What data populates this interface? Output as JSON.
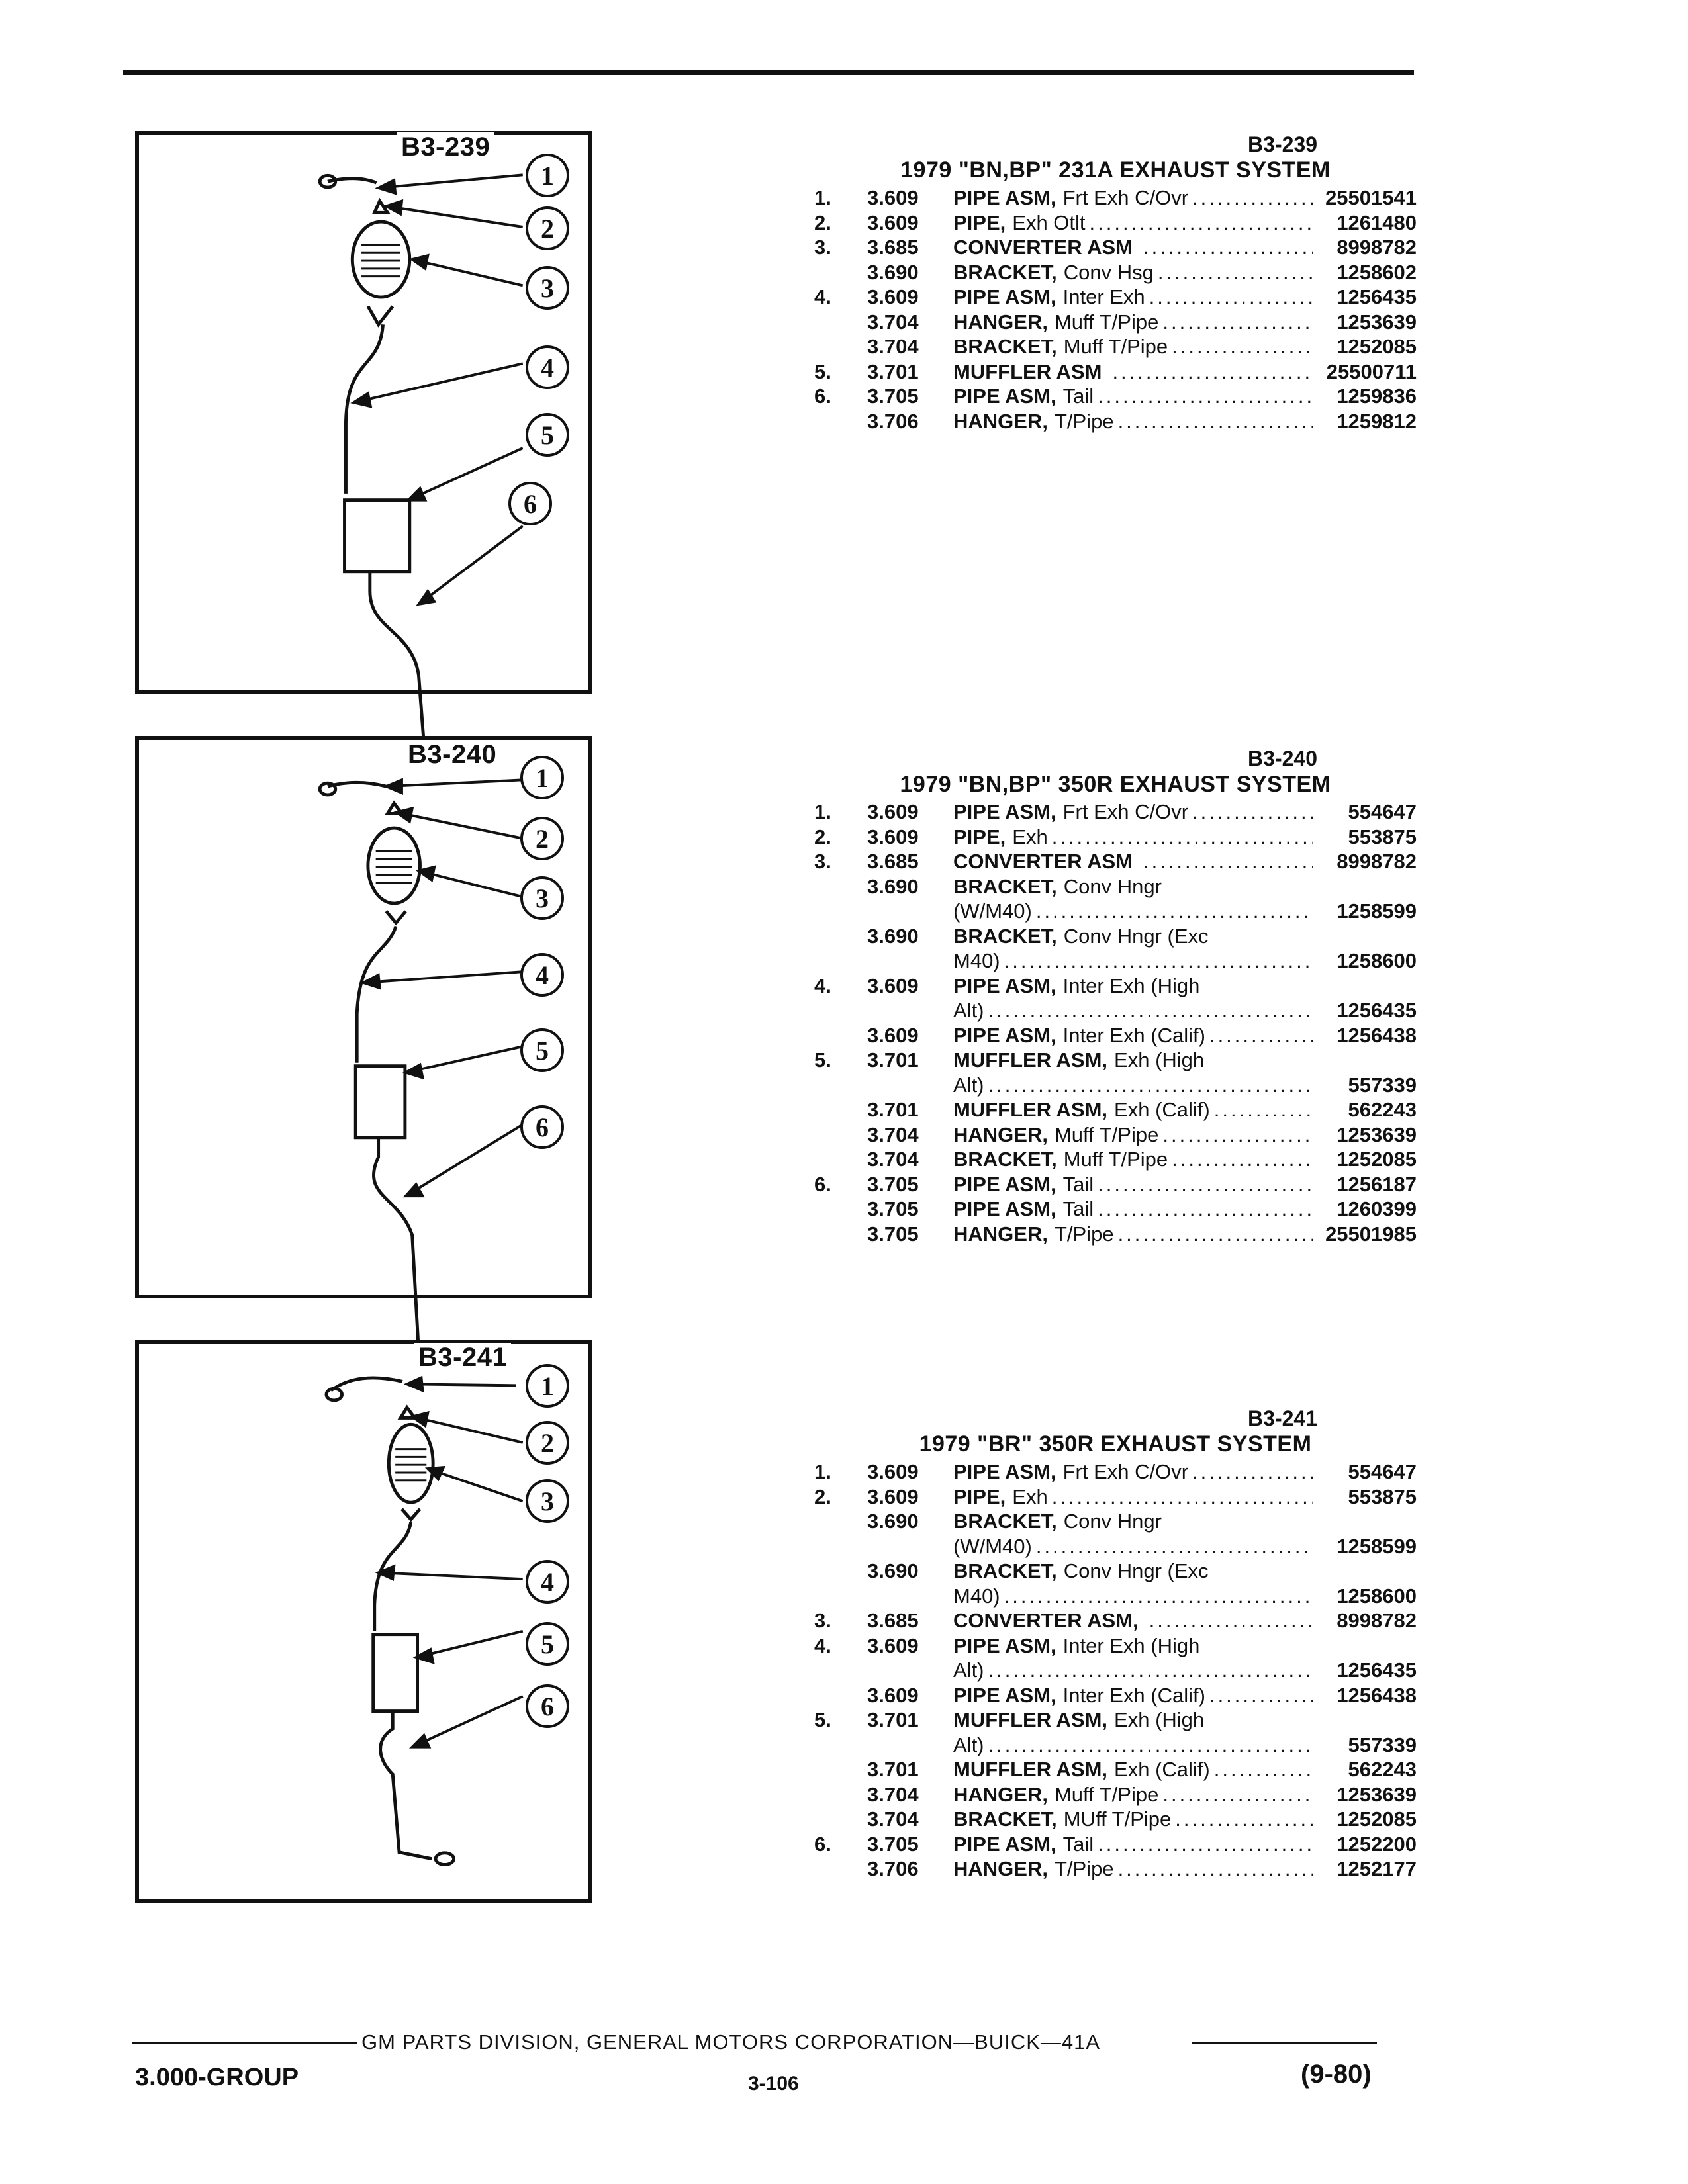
{
  "sections": [
    {
      "code": "B3-239",
      "title": "1979 \"BN,BP\" 231A EXHAUST SYSTEM",
      "callouts": [
        "1",
        "2",
        "3",
        "4",
        "5",
        "6"
      ],
      "rows": [
        {
          "item": "1.",
          "group": "3.609",
          "name": "PIPE ASM,",
          "desc": "Frt Exh C/Ovr",
          "num": "25501541"
        },
        {
          "item": "2.",
          "group": "3.609",
          "name": "PIPE,",
          "desc": "Exh Otlt",
          "num": "1261480"
        },
        {
          "item": "3.",
          "group": "3.685",
          "name": "CONVERTER ASM",
          "desc": "",
          "num": "8998782"
        },
        {
          "item": "",
          "group": "3.690",
          "name": "BRACKET,",
          "desc": "Conv Hsg",
          "num": "1258602"
        },
        {
          "item": "4.",
          "group": "3.609",
          "name": "PIPE ASM,",
          "desc": "Inter Exh",
          "num": "1256435"
        },
        {
          "item": "",
          "group": "3.704",
          "name": "HANGER,",
          "desc": "Muff T/Pipe",
          "num": "1253639"
        },
        {
          "item": "",
          "group": "3.704",
          "name": "BRACKET,",
          "desc": "Muff T/Pipe",
          "num": "1252085"
        },
        {
          "item": "5.",
          "group": "3.701",
          "name": "MUFFLER ASM",
          "desc": "",
          "num": "25500711"
        },
        {
          "item": "6.",
          "group": "3.705",
          "name": "PIPE ASM,",
          "desc": "Tail",
          "num": "1259836"
        },
        {
          "item": "",
          "group": "3.706",
          "name": "HANGER,",
          "desc": "T/Pipe",
          "num": "1259812"
        }
      ]
    },
    {
      "code": "B3-240",
      "title": "1979 \"BN,BP\" 350R EXHAUST SYSTEM",
      "callouts": [
        "1",
        "2",
        "3",
        "4",
        "5",
        "6"
      ],
      "rows": [
        {
          "item": "1.",
          "group": "3.609",
          "name": "PIPE ASM,",
          "desc": "Frt Exh C/Ovr",
          "num": "554647"
        },
        {
          "item": "2.",
          "group": "3.609",
          "name": "PIPE,",
          "desc": "Exh",
          "num": "553875"
        },
        {
          "item": "3.",
          "group": "3.685",
          "name": "CONVERTER ASM",
          "desc": "",
          "num": "8998782"
        },
        {
          "item": "",
          "group": "3.690",
          "name": "BRACKET,",
          "desc": "Conv Hngr",
          "num": "",
          "nodots": true
        },
        {
          "item": "",
          "group": "",
          "name": "",
          "desc": "(W/M40)",
          "num": "1258599"
        },
        {
          "item": "",
          "group": "3.690",
          "name": "BRACKET,",
          "desc": "Conv Hngr (Exc",
          "num": "",
          "nodots": true
        },
        {
          "item": "",
          "group": "",
          "name": "",
          "desc": "M40)",
          "num": "1258600"
        },
        {
          "item": "4.",
          "group": "3.609",
          "name": "PIPE ASM,",
          "desc": "Inter Exh (High",
          "num": "",
          "nodots": true
        },
        {
          "item": "",
          "group": "",
          "name": "",
          "desc": "Alt)",
          "num": "1256435"
        },
        {
          "item": "",
          "group": "3.609",
          "name": "PIPE ASM,",
          "desc": "Inter Exh (Calif)",
          "num": "1256438"
        },
        {
          "item": "5.",
          "group": "3.701",
          "name": "MUFFLER ASM,",
          "desc": "Exh (High",
          "num": "",
          "nodots": true
        },
        {
          "item": "",
          "group": "",
          "name": "",
          "desc": "Alt)",
          "num": "557339"
        },
        {
          "item": "",
          "group": "3.701",
          "name": "MUFFLER ASM,",
          "desc": "Exh (Calif)",
          "num": "562243"
        },
        {
          "item": "",
          "group": "3.704",
          "name": "HANGER,",
          "desc": "Muff T/Pipe",
          "num": "1253639"
        },
        {
          "item": "",
          "group": "3.704",
          "name": "BRACKET,",
          "desc": "Muff T/Pipe",
          "num": "1252085"
        },
        {
          "item": "6.",
          "group": "3.705",
          "name": "PIPE ASM,",
          "desc": "Tail",
          "num": "1256187"
        },
        {
          "item": "",
          "group": "3.705",
          "name": "PIPE ASM,",
          "desc": "Tail",
          "num": "1260399"
        },
        {
          "item": "",
          "group": "3.705",
          "name": "HANGER,",
          "desc": "T/Pipe",
          "num": "25501985"
        }
      ]
    },
    {
      "code": "B3-241",
      "title": "1979 \"BR\" 350R EXHAUST SYSTEM",
      "callouts": [
        "1",
        "2",
        "3",
        "4",
        "5",
        "6"
      ],
      "rows": [
        {
          "item": "1.",
          "group": "3.609",
          "name": "PIPE ASM,",
          "desc": "Frt Exh C/Ovr",
          "num": "554647"
        },
        {
          "item": "2.",
          "group": "3.609",
          "name": "PIPE,",
          "desc": "Exh",
          "num": "553875"
        },
        {
          "item": "",
          "group": "3.690",
          "name": "BRACKET,",
          "desc": "Conv Hngr",
          "num": "",
          "nodots": true
        },
        {
          "item": "",
          "group": "",
          "name": "",
          "desc": "(W/M40)",
          "num": "1258599"
        },
        {
          "item": "",
          "group": "3.690",
          "name": "BRACKET,",
          "desc": "Conv Hngr (Exc",
          "num": "",
          "nodots": true
        },
        {
          "item": "",
          "group": "",
          "name": "",
          "desc": "M40)",
          "num": "1258600"
        },
        {
          "item": "3.",
          "group": "3.685",
          "name": "CONVERTER ASM,",
          "desc": "",
          "num": "8998782"
        },
        {
          "item": "4.",
          "group": "3.609",
          "name": "PIPE ASM,",
          "desc": "Inter Exh (High",
          "num": "",
          "nodots": true
        },
        {
          "item": "",
          "group": "",
          "name": "",
          "desc": "Alt)",
          "num": "1256435"
        },
        {
          "item": "",
          "group": "3.609",
          "name": "PIPE ASM,",
          "desc": "Inter Exh (Calif)",
          "num": "1256438"
        },
        {
          "item": "5.",
          "group": "3.701",
          "name": "MUFFLER ASM,",
          "desc": "Exh (High",
          "num": "",
          "nodots": true
        },
        {
          "item": "",
          "group": "",
          "name": "",
          "desc": "Alt)",
          "num": "557339"
        },
        {
          "item": "",
          "group": "3.701",
          "name": "MUFFLER ASM,",
          "desc": "Exh (Calif)",
          "num": "562243"
        },
        {
          "item": "",
          "group": "3.704",
          "name": "HANGER,",
          "desc": "Muff T/Pipe",
          "num": "1253639"
        },
        {
          "item": "",
          "group": "3.704",
          "name": "BRACKET,",
          "desc": "MUff T/Pipe",
          "num": "1252085"
        },
        {
          "item": "6.",
          "group": "3.705",
          "name": "PIPE ASM,",
          "desc": "Tail",
          "num": "1252200"
        },
        {
          "item": "",
          "group": "3.706",
          "name": "HANGER,",
          "desc": "T/Pipe",
          "num": "1252177"
        }
      ]
    }
  ],
  "footer": {
    "division": "GM PARTS DIVISION, GENERAL MOTORS CORPORATION—BUICK—41A",
    "group": "3.000-GROUP",
    "page": "3-106",
    "date": "(9-80)"
  }
}
